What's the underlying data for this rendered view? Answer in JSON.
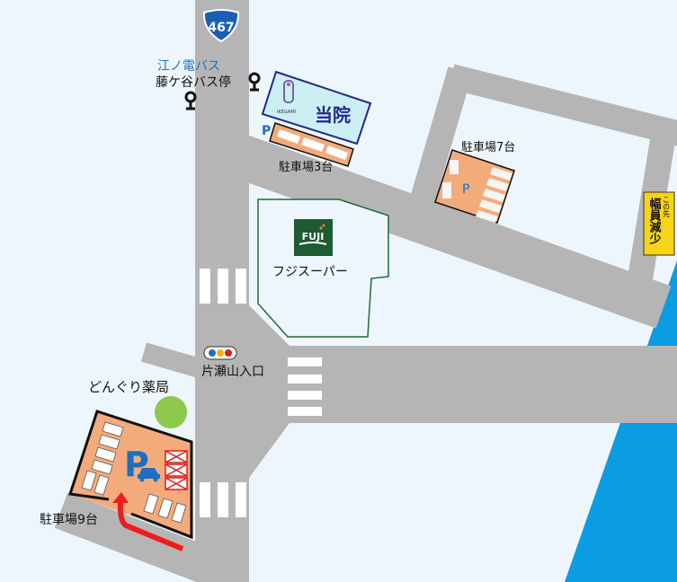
{
  "route_number": "467",
  "bus": {
    "company": "江ノ電バス",
    "stop": "藤ケ谷バス停"
  },
  "clinic": {
    "label": "当院",
    "logo_text": "IKEGAMI"
  },
  "parking": {
    "p3": "駐車場3台",
    "p7": "駐車場7台",
    "p9": "駐車場9台",
    "symbol": "P"
  },
  "supermarket": {
    "name": "フジスーパー",
    "logo_text": "FUJI"
  },
  "pharmacy": "どんぐり薬局",
  "intersection": "片瀬山入口",
  "sign": {
    "small": "この先",
    "big": "幅員減少"
  },
  "colors": {
    "road": "#b5b5b5",
    "background": "#eef6fd",
    "sea": "#0b9de3",
    "parking_fill": "#f4ab7c",
    "accent_blue": "#1f6fbf",
    "supermarket_green": "#1e5a32",
    "arrow": "#ee1c1c"
  }
}
